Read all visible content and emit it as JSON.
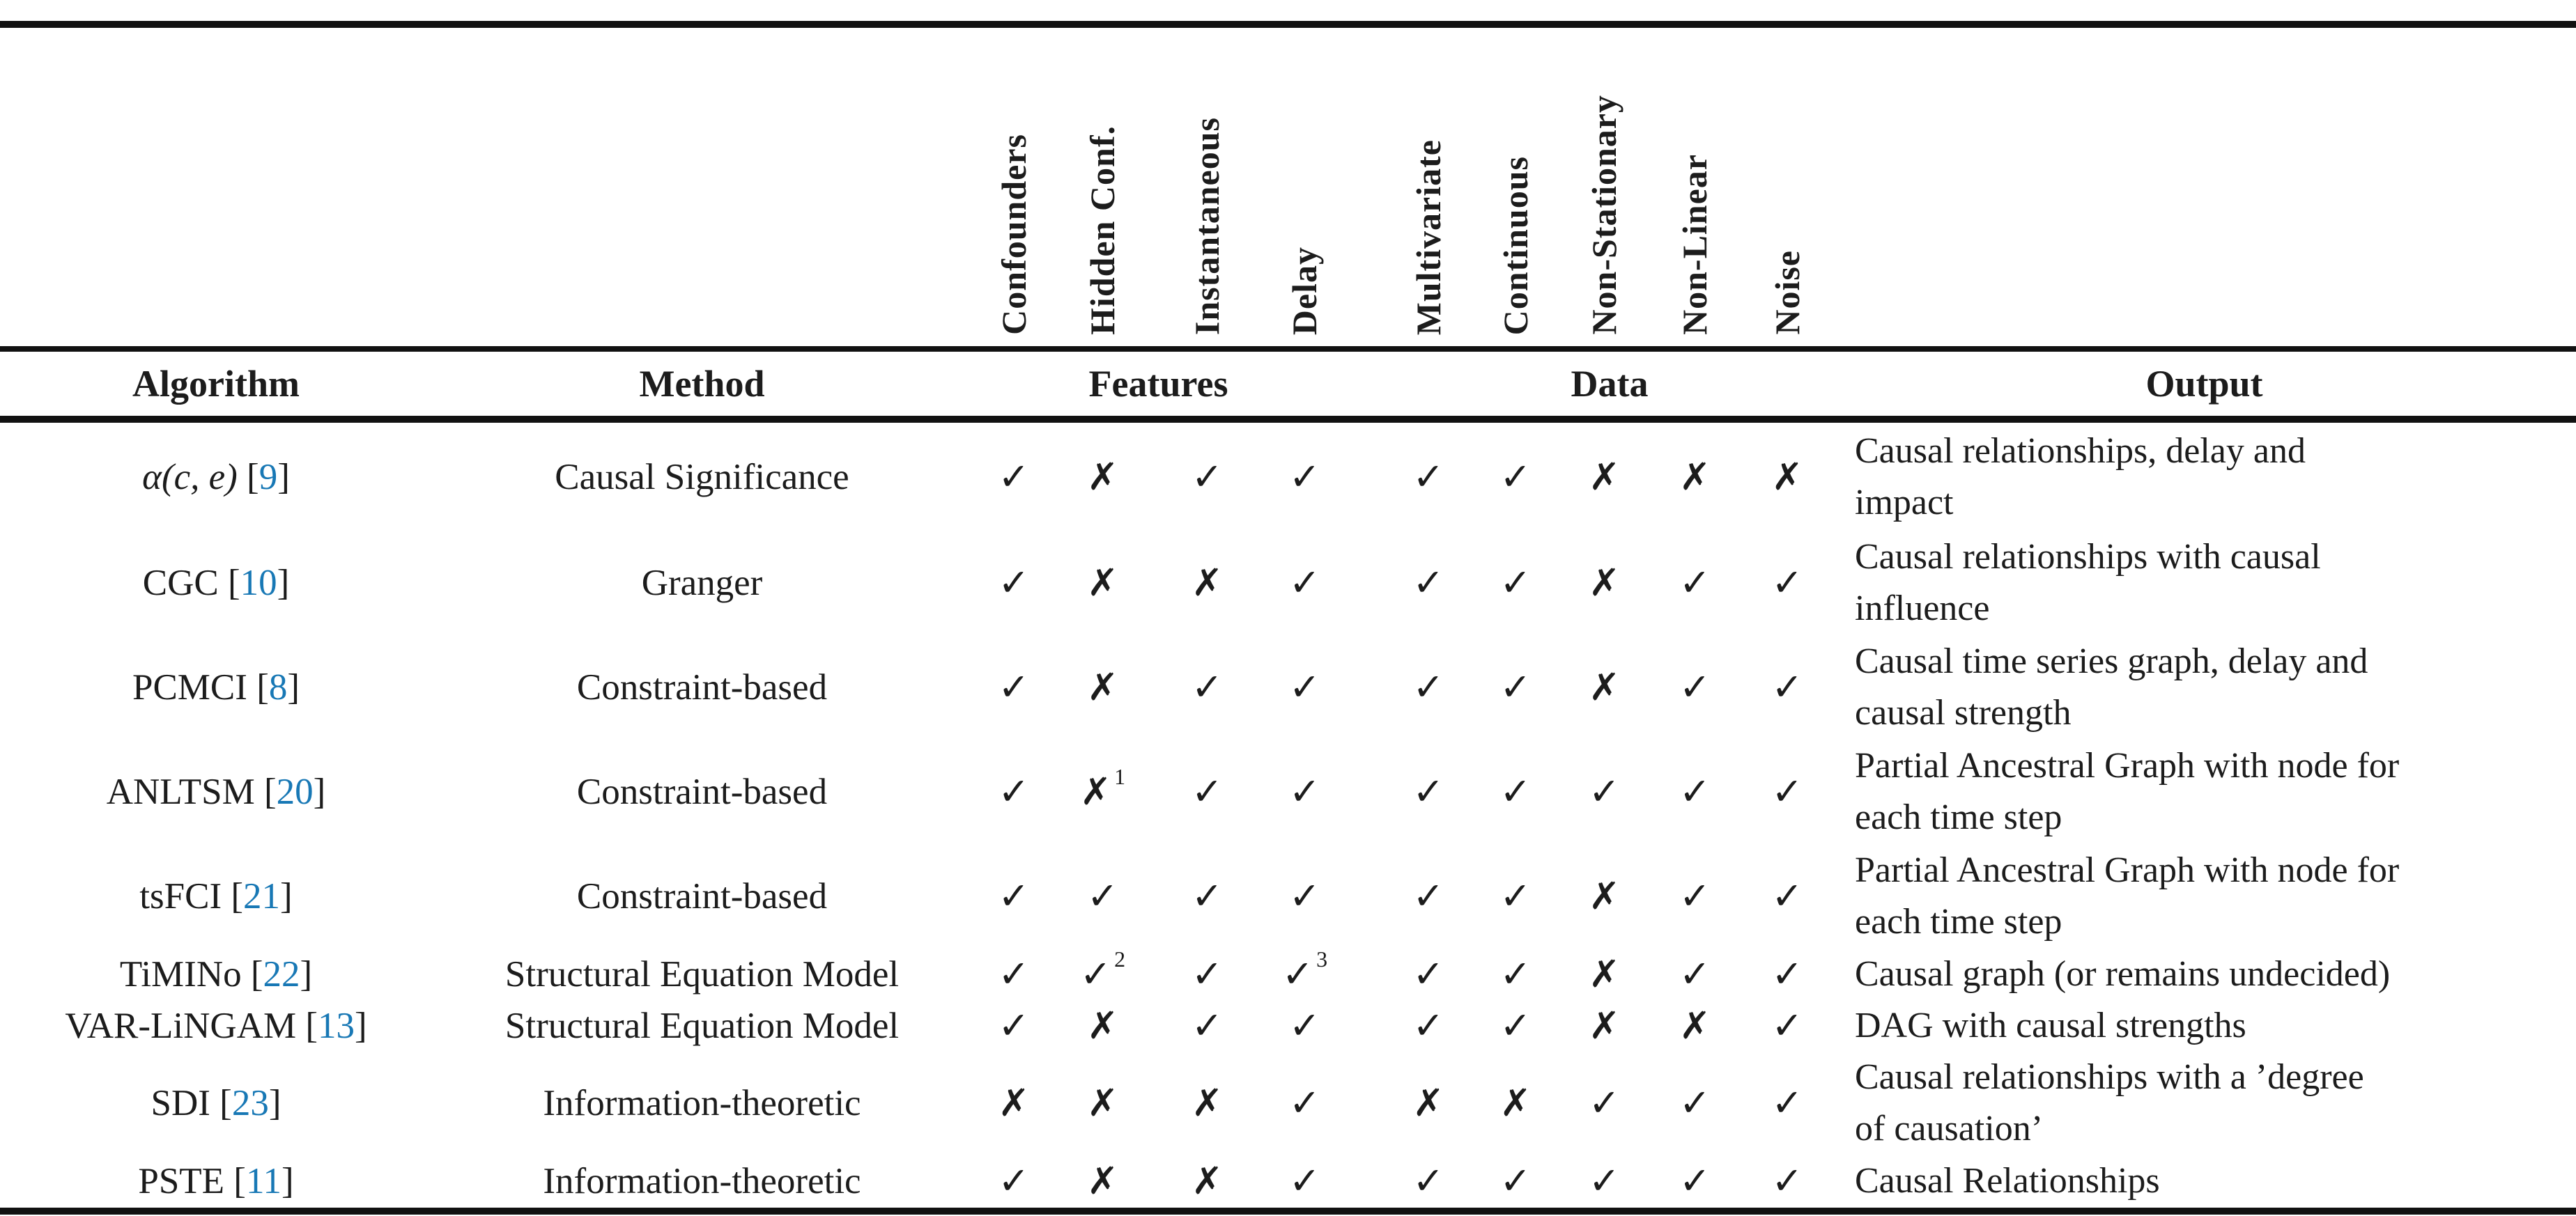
{
  "table": {
    "rotated_columns": [
      "Confounders",
      "Hidden Conf.",
      "Instantaneous",
      "Delay",
      "Multivariate",
      "Continuous",
      "Non-Stationary",
      "Non-Linear",
      "Noise"
    ],
    "header": {
      "algorithm": "Algorithm",
      "method": "Method",
      "features": "Features",
      "data": "Data",
      "output": "Output"
    },
    "marks_legend": {
      "check": "✓",
      "cross": "✗"
    },
    "colors": {
      "citation_blue": "#1878b5",
      "text": "#1c1c1c"
    },
    "rows": [
      {
        "algorithm": "α(c, e)",
        "math": true,
        "cite": "9",
        "method": "Causal Significance",
        "marks": [
          {
            "v": "check"
          },
          {
            "v": "cross"
          },
          {
            "v": "check"
          },
          {
            "v": "check"
          },
          {
            "v": "check"
          },
          {
            "v": "check"
          },
          {
            "v": "cross"
          },
          {
            "v": "cross"
          },
          {
            "v": "cross"
          }
        ],
        "output_lines": [
          "Causal relationships, delay and",
          "impact"
        ]
      },
      {
        "algorithm": "CGC",
        "math": false,
        "cite": "10",
        "method": "Granger",
        "marks": [
          {
            "v": "check"
          },
          {
            "v": "cross"
          },
          {
            "v": "cross"
          },
          {
            "v": "check"
          },
          {
            "v": "check"
          },
          {
            "v": "check"
          },
          {
            "v": "cross"
          },
          {
            "v": "check"
          },
          {
            "v": "check"
          }
        ],
        "output_lines": [
          "Causal relationships with causal",
          "influence"
        ]
      },
      {
        "algorithm": "PCMCI",
        "math": false,
        "cite": "8",
        "method": "Constraint-based",
        "marks": [
          {
            "v": "check"
          },
          {
            "v": "cross"
          },
          {
            "v": "check"
          },
          {
            "v": "check"
          },
          {
            "v": "check"
          },
          {
            "v": "check"
          },
          {
            "v": "cross"
          },
          {
            "v": "check"
          },
          {
            "v": "check"
          }
        ],
        "output_lines": [
          "Causal time series graph, delay and",
          "causal strength"
        ]
      },
      {
        "algorithm": "ANLTSM",
        "math": false,
        "cite": "20",
        "method": "Constraint-based",
        "marks": [
          {
            "v": "check"
          },
          {
            "v": "cross",
            "sup": "1"
          },
          {
            "v": "check"
          },
          {
            "v": "check"
          },
          {
            "v": "check"
          },
          {
            "v": "check"
          },
          {
            "v": "check"
          },
          {
            "v": "check"
          },
          {
            "v": "check"
          }
        ],
        "output_lines": [
          "Partial Ancestral Graph with node for",
          "each time step"
        ]
      },
      {
        "algorithm": "tsFCI",
        "math": false,
        "cite": "21",
        "method": "Constraint-based",
        "marks": [
          {
            "v": "check"
          },
          {
            "v": "check"
          },
          {
            "v": "check"
          },
          {
            "v": "check"
          },
          {
            "v": "check"
          },
          {
            "v": "check"
          },
          {
            "v": "cross"
          },
          {
            "v": "check"
          },
          {
            "v": "check"
          }
        ],
        "output_lines": [
          "Partial Ancestral Graph with node for",
          "each time step"
        ]
      },
      {
        "algorithm": "TiMINo",
        "math": false,
        "cite": "22",
        "method": "Structural Equation Model",
        "marks": [
          {
            "v": "check"
          },
          {
            "v": "check",
            "sup": "2"
          },
          {
            "v": "check"
          },
          {
            "v": "check",
            "sup": "3"
          },
          {
            "v": "check"
          },
          {
            "v": "check"
          },
          {
            "v": "cross"
          },
          {
            "v": "check"
          },
          {
            "v": "check"
          }
        ],
        "output_lines": [
          "Causal graph (or remains undecided)"
        ]
      },
      {
        "algorithm": "VAR-LiNGAM",
        "math": false,
        "cite": "13",
        "method": "Structural Equation Model",
        "marks": [
          {
            "v": "check"
          },
          {
            "v": "cross"
          },
          {
            "v": "check"
          },
          {
            "v": "check"
          },
          {
            "v": "check"
          },
          {
            "v": "check"
          },
          {
            "v": "cross"
          },
          {
            "v": "cross"
          },
          {
            "v": "check"
          }
        ],
        "output_lines": [
          "DAG with causal strengths"
        ]
      },
      {
        "algorithm": "SDI",
        "math": false,
        "cite": "23",
        "method": "Information-theoretic",
        "marks": [
          {
            "v": "cross"
          },
          {
            "v": "cross"
          },
          {
            "v": "cross"
          },
          {
            "v": "check"
          },
          {
            "v": "cross"
          },
          {
            "v": "cross"
          },
          {
            "v": "check"
          },
          {
            "v": "check"
          },
          {
            "v": "check"
          }
        ],
        "output_lines": [
          "Causal relationships with a ’degree",
          "of causation’"
        ]
      },
      {
        "algorithm": "PSTE",
        "math": false,
        "cite": "11",
        "method": "Information-theoretic",
        "marks": [
          {
            "v": "check"
          },
          {
            "v": "cross"
          },
          {
            "v": "cross"
          },
          {
            "v": "check"
          },
          {
            "v": "check"
          },
          {
            "v": "check"
          },
          {
            "v": "check"
          },
          {
            "v": "check"
          },
          {
            "v": "check"
          }
        ],
        "output_lines": [
          "Causal Relationships"
        ]
      }
    ]
  }
}
